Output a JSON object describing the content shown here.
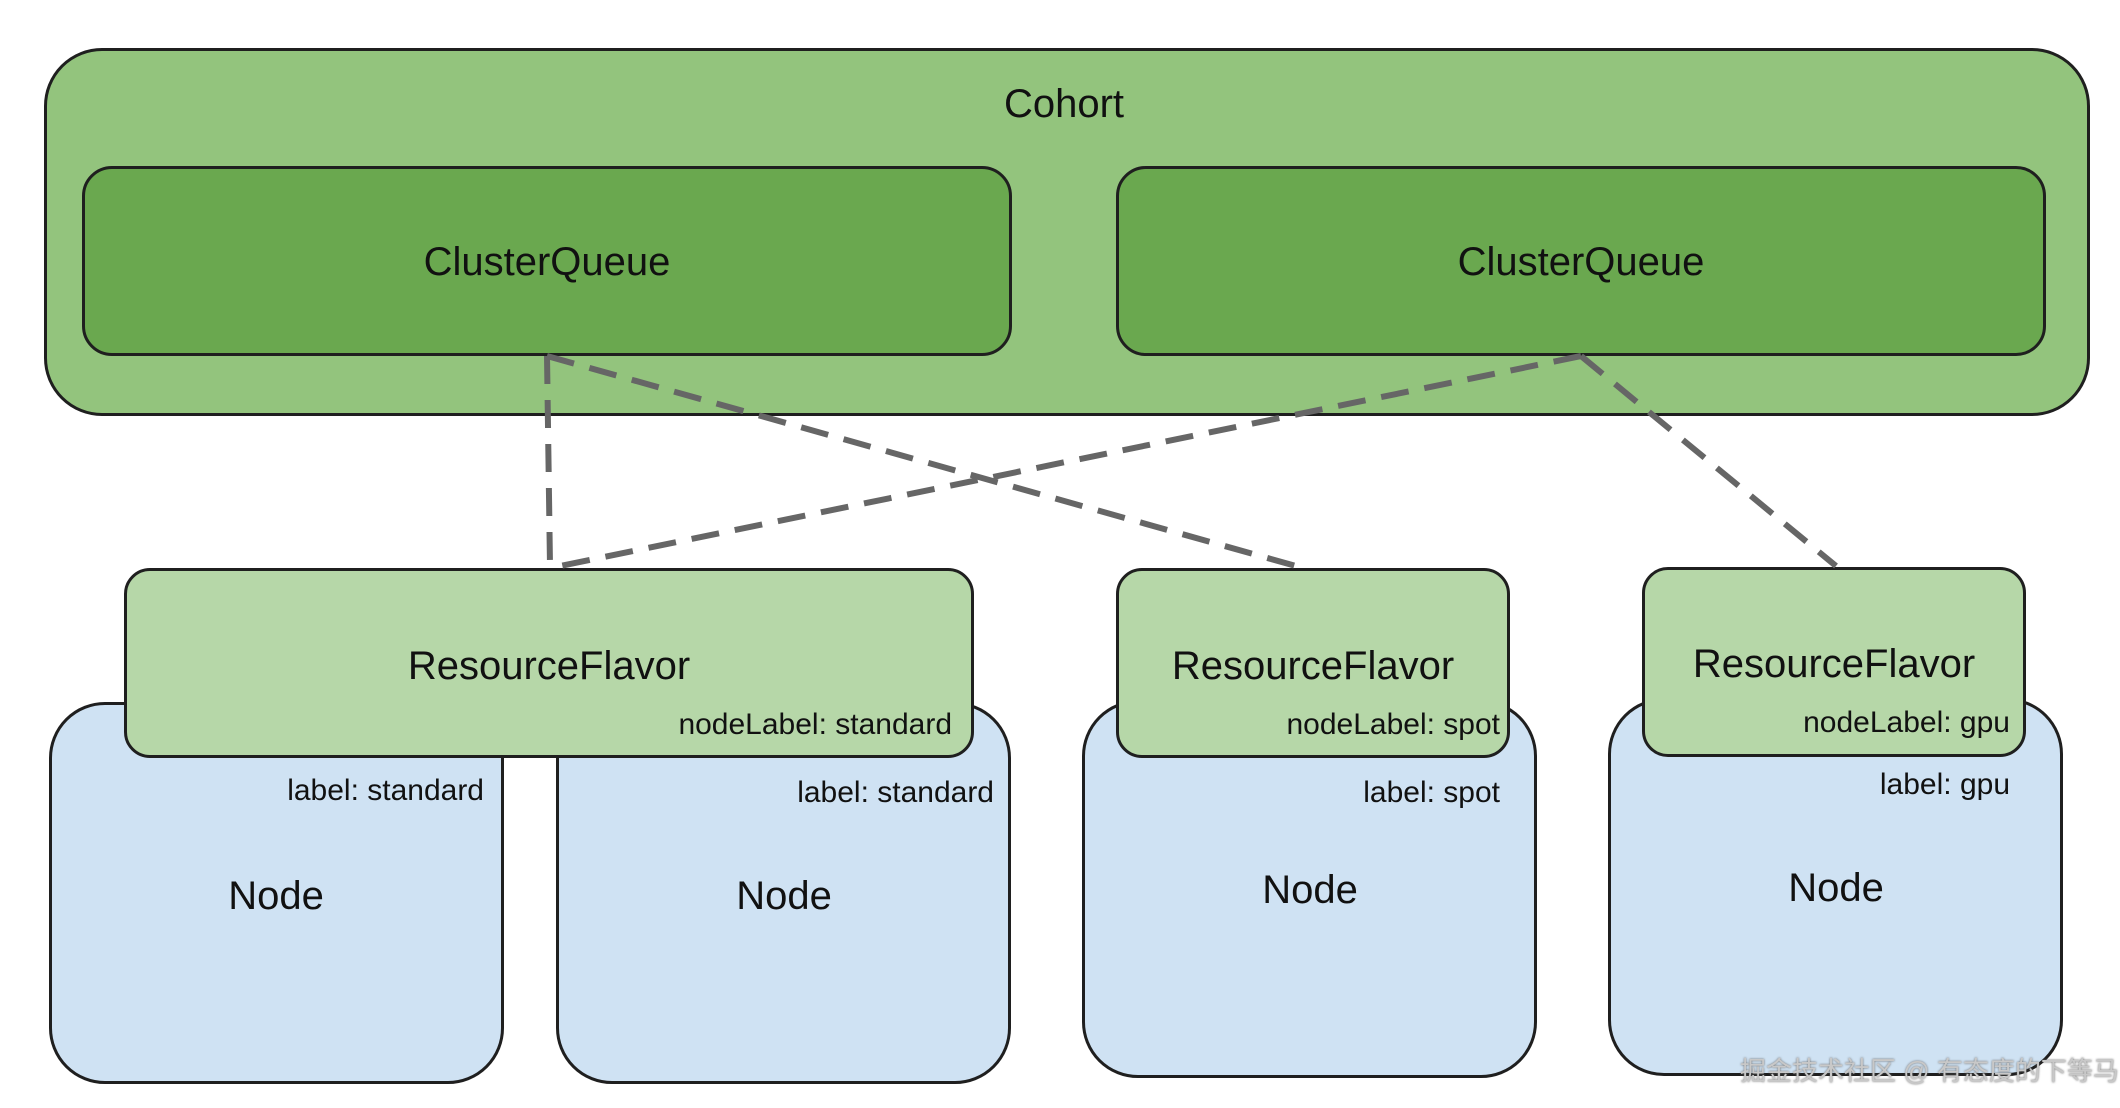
{
  "cohort": {
    "label": "Cohort"
  },
  "cluster_queues": [
    {
      "label": "ClusterQueue"
    },
    {
      "label": "ClusterQueue"
    }
  ],
  "resource_flavors": [
    {
      "label": "ResourceFlavor",
      "node_label": "nodeLabel: standard"
    },
    {
      "label": "ResourceFlavor",
      "node_label": "nodeLabel: spot"
    },
    {
      "label": "ResourceFlavor",
      "node_label": "nodeLabel: gpu"
    }
  ],
  "nodes": [
    {
      "label": "Node",
      "node_label": "label: standard"
    },
    {
      "label": "Node",
      "node_label": "label: standard"
    },
    {
      "label": "Node",
      "node_label": "label: spot"
    },
    {
      "label": "Node",
      "node_label": "label: gpu"
    }
  ],
  "connections": [
    {
      "from": "cluster-queue-1",
      "to": "resource-flavor-standard"
    },
    {
      "from": "cluster-queue-1",
      "to": "resource-flavor-spot"
    },
    {
      "from": "cluster-queue-2",
      "to": "resource-flavor-standard"
    },
    {
      "from": "cluster-queue-2",
      "to": "resource-flavor-gpu"
    }
  ],
  "colors": {
    "cohort_fill": "#93c47d",
    "cluster_queue_fill": "#6aa84f",
    "resource_flavor_fill": "#b6d7a8",
    "node_fill": "#cfe2f3",
    "connector": "#666666"
  },
  "watermark": "掘金技术社区 @ 有态度的下等马"
}
